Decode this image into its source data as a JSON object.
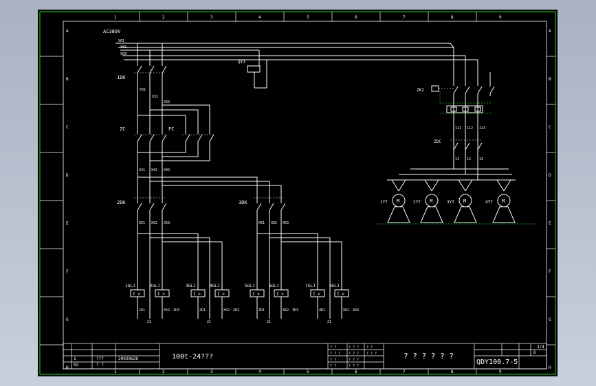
{
  "colors": {
    "background": "#000000",
    "wire": "#ffffff",
    "frame": "#22dd22",
    "green_dash": "#22cc22"
  },
  "grid": {
    "cols": [
      "1",
      "2",
      "3",
      "4",
      "5",
      "6",
      "7",
      "8",
      "9"
    ],
    "rows": [
      "A",
      "B",
      "C",
      "D",
      "E",
      "F",
      "G",
      "H"
    ]
  },
  "labels": {
    "supply": "AC380V",
    "phase_a": "X01",
    "phase_b": "X02",
    "phase_c": "X03",
    "contactor_1dk": "1DK",
    "wire_x31": "X31",
    "wire_x32": "X32",
    "wire_x33": "X33",
    "contactor_zc": "ZC",
    "contactor_fc": "FC",
    "wire_x41": "X41",
    "wire_x42": "X42",
    "wire_x43": "X43",
    "contactor_2dk": "2DK",
    "contactor_3dk": "3DK",
    "wire_x51": "X51",
    "wire_x52": "X52",
    "wire_x53": "X53",
    "wire_x61": "X61",
    "wire_x62": "X62",
    "wire_x63": "X63",
    "relay_qyj": "QYJ",
    "breaker_zk2": "ZK2",
    "wire_111": "111",
    "wire_112": "112",
    "wire_113": "113",
    "contactor_zdc": "ZDC",
    "wire_11": "11",
    "wire_12": "12",
    "wire_13": "13"
  },
  "motors": [
    "1YT",
    "2YT",
    "3YT",
    "4YT"
  ],
  "relays": [
    {
      "label": "1GLJ",
      "top": "1D1",
      "bottom": ""
    },
    {
      "label": "2GLJ",
      "top": "X52",
      "bottom": "1D3"
    },
    {
      "label": "3GLJ",
      "top": "2D1",
      "bottom": ""
    },
    {
      "label": "4GLJ",
      "top": "X52",
      "bottom": "2D3"
    },
    {
      "label": "5GLJ",
      "top": "3D1",
      "bottom": ""
    },
    {
      "label": "6GLJ",
      "top": "X62",
      "bottom": "3D3"
    },
    {
      "label": "7GLJ",
      "top": "4D1",
      "bottom": ""
    },
    {
      "label": "8GLJ",
      "top": "X62",
      "bottom": "4D3"
    }
  ],
  "relay_symbol": "I >",
  "bottom_refs": [
    "21",
    "21",
    "21",
    "21"
  ],
  "title_block": {
    "drawing_title": "100t-24???",
    "date": "20020628",
    "company": "? ? ? ? ? ?",
    "drawing_number": "QDY100.7-5",
    "scale": "3/4",
    "sheet": "6",
    "designer": "???",
    "checker": "? ?",
    "row1_col1": "1",
    "row2_col1": "02",
    "marks": [
      "? ?",
      "? ? ?",
      "? ? ?",
      "? ? ?",
      "? ?",
      "? ? ?",
      "? ?",
      "? ? ?",
      "? ?",
      "? ? ?"
    ]
  }
}
